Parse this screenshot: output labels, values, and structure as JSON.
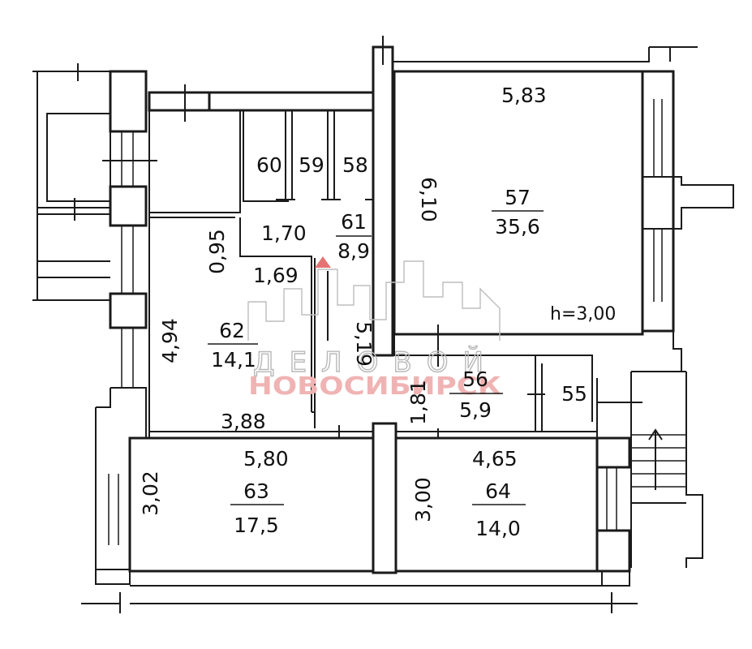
{
  "rooms": [
    {
      "id": "57",
      "area": "35.6"
    },
    {
      "id": "61",
      "area": "8.9"
    },
    {
      "id": "62",
      "area": "14.1"
    },
    {
      "id": "56",
      "area": "5.9"
    },
    {
      "id": "55"
    },
    {
      "id": "60"
    },
    {
      "id": "59"
    },
    {
      "id": "58"
    },
    {
      "id": "63",
      "area": "17.5"
    },
    {
      "id": "64",
      "area": "14.0"
    }
  ],
  "dimensions": {
    "room57_width": "5,83",
    "room57_depth": "6,10",
    "ceiling_height": "h=3,00",
    "corridor_width": "1,70",
    "corridor_width2": "1,69",
    "corridor_small": "0,95",
    "room62_depth": "4,94",
    "room62_width": "3,88",
    "hall_depth": "5,19",
    "room56_depth": "1,81",
    "room63_width": "5,80",
    "room63_depth": "3,02",
    "room64_width": "4,65",
    "room64_depth": "3,00"
  },
  "room_labels": {
    "r57_num": "57",
    "r57_area": "35,6",
    "r61_num": "61",
    "r61_area": "8,9",
    "r62_num": "62",
    "r62_area": "14,1",
    "r56_num": "56",
    "r56_area": "5,9",
    "r55_num": "55",
    "r60_num": "60",
    "r59_num": "59",
    "r58_num": "58",
    "r63_num": "63",
    "r63_area": "17,5",
    "r64_num": "64",
    "r64_area": "14,0"
  },
  "watermark": {
    "line1": "ДЕЛОВОЙ",
    "line2": "НОВОСИБИРСК"
  }
}
